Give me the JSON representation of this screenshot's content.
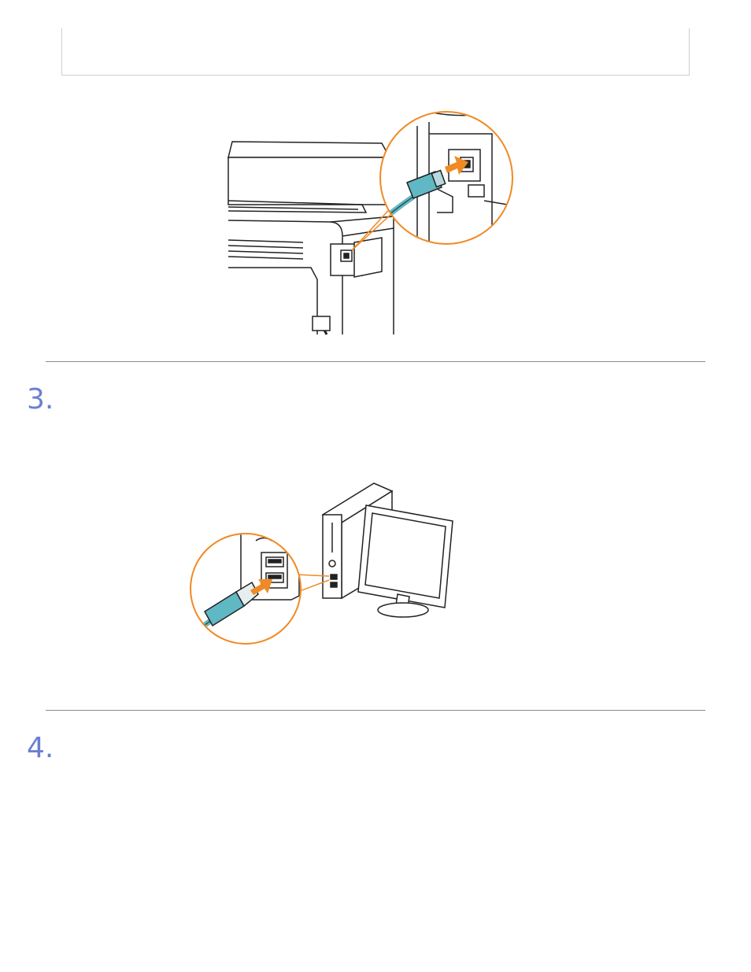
{
  "steps": [
    {
      "number": "3."
    },
    {
      "number": "4."
    }
  ],
  "illustrations": {
    "printer": {
      "icon": "printer-usb-connection-illustration"
    },
    "computer": {
      "icon": "computer-usb-connection-illustration"
    }
  },
  "colors": {
    "accent_orange": "#f08a24",
    "cable_teal": "#5fb8c4",
    "step_number": "#6b7fd0",
    "divider": "#8a8a8a",
    "line_art": "#222222"
  }
}
